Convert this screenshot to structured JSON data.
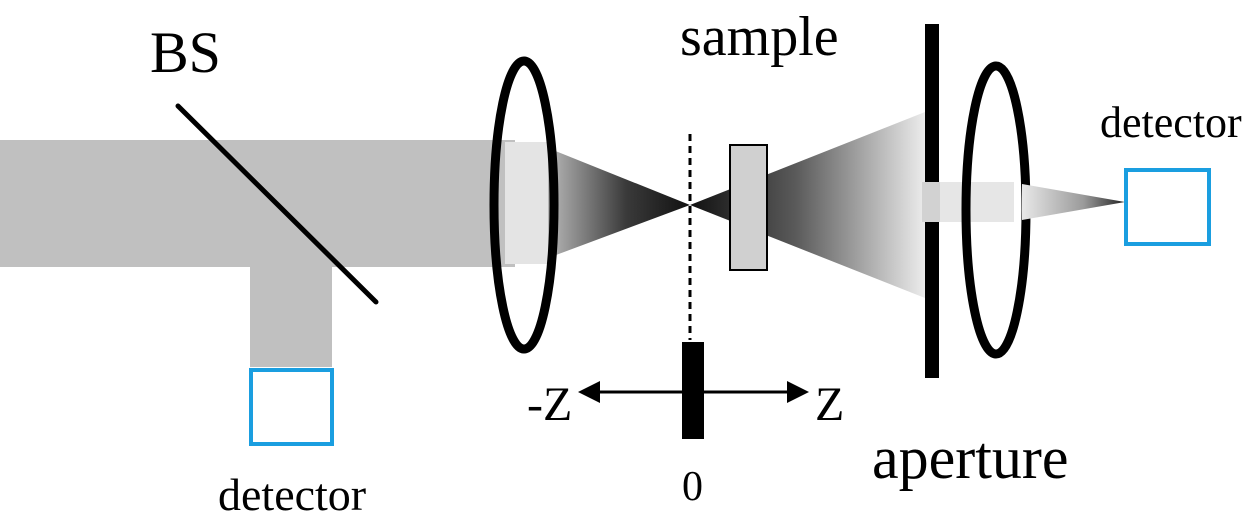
{
  "labels": {
    "beam_splitter": "BS",
    "sample": "sample",
    "detector_top": "detector",
    "detector_bottom": "detector",
    "aperture": "aperture",
    "axis_negative": "-Z",
    "axis_positive": "Z",
    "axis_origin": "0"
  },
  "colors": {
    "beam": "#c0c0c0",
    "beam_light": "#e6e6e6",
    "detector_outline": "#1a9ee0",
    "lens": "#000000",
    "sample_fill": "#d0d0d0"
  }
}
